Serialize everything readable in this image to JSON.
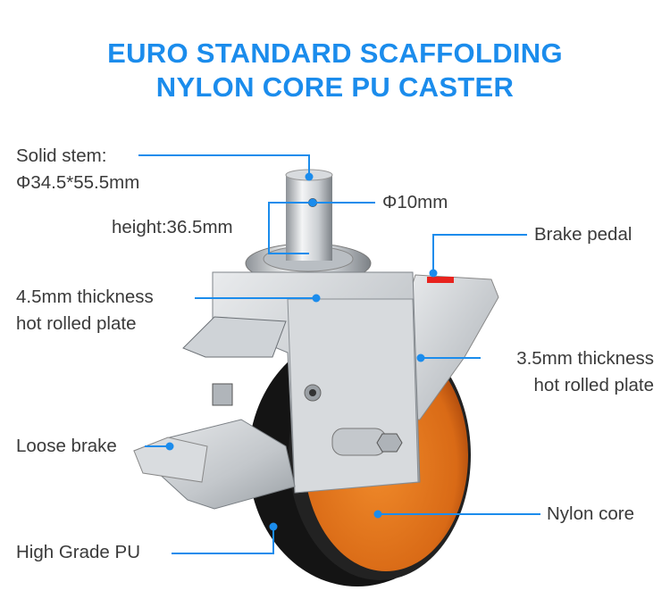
{
  "title": {
    "line1": "EURO STANDARD SCAFFOLDING",
    "line2": "NYLON CORE PU CASTER"
  },
  "labels": {
    "stem_line1": "Solid stem:",
    "stem_line2": "Φ34.5*55.5mm",
    "hole": "Φ10mm",
    "height": "height:36.5mm",
    "brake_pedal": "Brake pedal",
    "top_plate_line1": "4.5mm thickness",
    "top_plate_line2": "hot rolled plate",
    "side_plate_line1": "3.5mm thickness",
    "side_plate_line2": "hot rolled plate",
    "loose_brake": "Loose brake",
    "nylon_core": "Nylon core",
    "pu": "High Grade PU"
  },
  "colors": {
    "accent": "#1b8cec",
    "core": "#e0761e",
    "tire": "#1a1a1a"
  }
}
